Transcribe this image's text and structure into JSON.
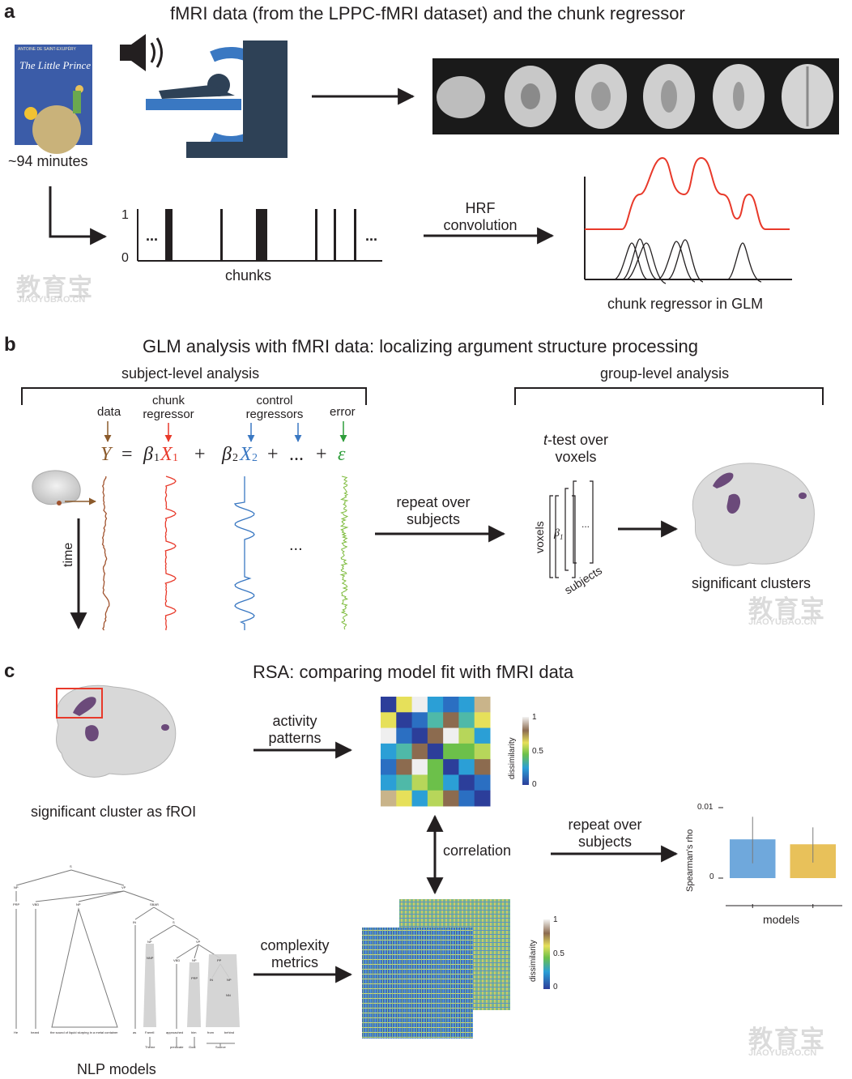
{
  "panels": {
    "a": {
      "letter": "a",
      "title": "fMRI data (from the LPPC-fMRI dataset) and the chunk regressor",
      "book": {
        "author": "ANTOINE DE SAINT-EXUPÉRY",
        "title": "The Little Prince"
      },
      "duration": "~94 minutes",
      "chunks": {
        "y_top": "1",
        "y_bottom": "0",
        "ellipsis": "...",
        "xlabel": "chunks"
      },
      "hrf_label_line1": "HRF",
      "hrf_label_line2": "convolution",
      "glm_caption": "chunk regressor in GLM",
      "colors": {
        "red_curve": "#e8392a",
        "scanner_blue": "#3a78c2",
        "scanner_dark": "#2e4156"
      }
    },
    "b": {
      "letter": "b",
      "title": "GLM analysis with fMRI data: localizing argument structure processing",
      "subject_level": "subject-level analysis",
      "group_level": "group-level analysis",
      "labels": {
        "data": "data",
        "chunk_l1": "chunk",
        "chunk_l2": "regressor",
        "control_l1": "control",
        "control_l2": "regressors",
        "error": "error"
      },
      "equation": {
        "Y": "Y",
        "eq": "=",
        "b1": "β",
        "b1_sub": "1",
        "X1": "X",
        "X1_sub": "1",
        "plus": "+",
        "b2": "β",
        "b2_sub": "2",
        "X2": "X",
        "X2_sub": "2",
        "dots": "...",
        "eps": "ε"
      },
      "time_label": "time",
      "mid_dots": "...",
      "repeat_l1": "repeat over",
      "repeat_l2": "subjects",
      "ttest_l1": "t-test over",
      "ttest_l2": "voxels",
      "ttest_t": "t",
      "voxels": "voxels",
      "subjects": "subjects",
      "beta": "β",
      "beta_sub": "1",
      "matrix_dots": "...",
      "sig_clusters": "significant clusters",
      "colors": {
        "brown": "#a0522d",
        "red": "#e8392a",
        "blue": "#3a78c2",
        "green": "#5fae2e"
      }
    },
    "c": {
      "letter": "c",
      "title": "RSA: comparing model fit with fMRI data",
      "froi_caption": "significant cluster as fROI",
      "activity_l1": "activity",
      "activity_l2": "patterns",
      "complexity_l1": "complexity",
      "complexity_l2": "metrics",
      "correlation": "correlation",
      "repeat_l1": "repeat over",
      "repeat_l2": "subjects",
      "colorbar": {
        "label": "dissimilarity",
        "top": "1",
        "mid": "0.5",
        "bottom": "0"
      },
      "nlp_caption": "NLP models",
      "tree": {
        "root": "S",
        "np": "NP",
        "vp": "VP",
        "prp": "PRP",
        "vbd": "VBD",
        "sbar": "SBAR",
        "in": "IN",
        "s": "S",
        "nnp": "NNP",
        "pp": "PP",
        "to": "TO",
        "nn": "NN",
        "leaf_he": "He",
        "leaf_heard": "heard",
        "leaf_phrase": "the sound of liquid slurping in a metal container",
        "leaf_as": "as",
        "leaf_farrell": "Farrell",
        "leaf_approached": "approached",
        "leaf_him": "him",
        "leaf_from": "from",
        "leaf_behind": "behind",
        "role_theme": "Theme",
        "role_predicate": "predicate",
        "role_goal": "Goal",
        "role_source": "Source"
      },
      "bar": {
        "ylabel": "Spearman's rho",
        "ytick_top": "0.01",
        "ytick_zero": "0",
        "xlabel": "models"
      },
      "chart_data": {
        "type": "bar",
        "categories": [
          "",
          ""
        ],
        "values": [
          0.0055,
          0.0048
        ],
        "errors_high": [
          0.0087,
          0.0072
        ],
        "errors_low": [
          0.0021,
          0.0022
        ],
        "ylim": [
          0,
          0.01
        ],
        "ylabel": "Spearman's rho",
        "xlabel": "models",
        "colors": [
          "#6fa8dc",
          "#e8c15a"
        ]
      },
      "colors": {
        "froi_box": "#e8392a",
        "cluster": "#6b4a7a"
      }
    }
  },
  "watermark": {
    "cn": "教育宝",
    "en": "JIAOYUBAO.CN"
  }
}
